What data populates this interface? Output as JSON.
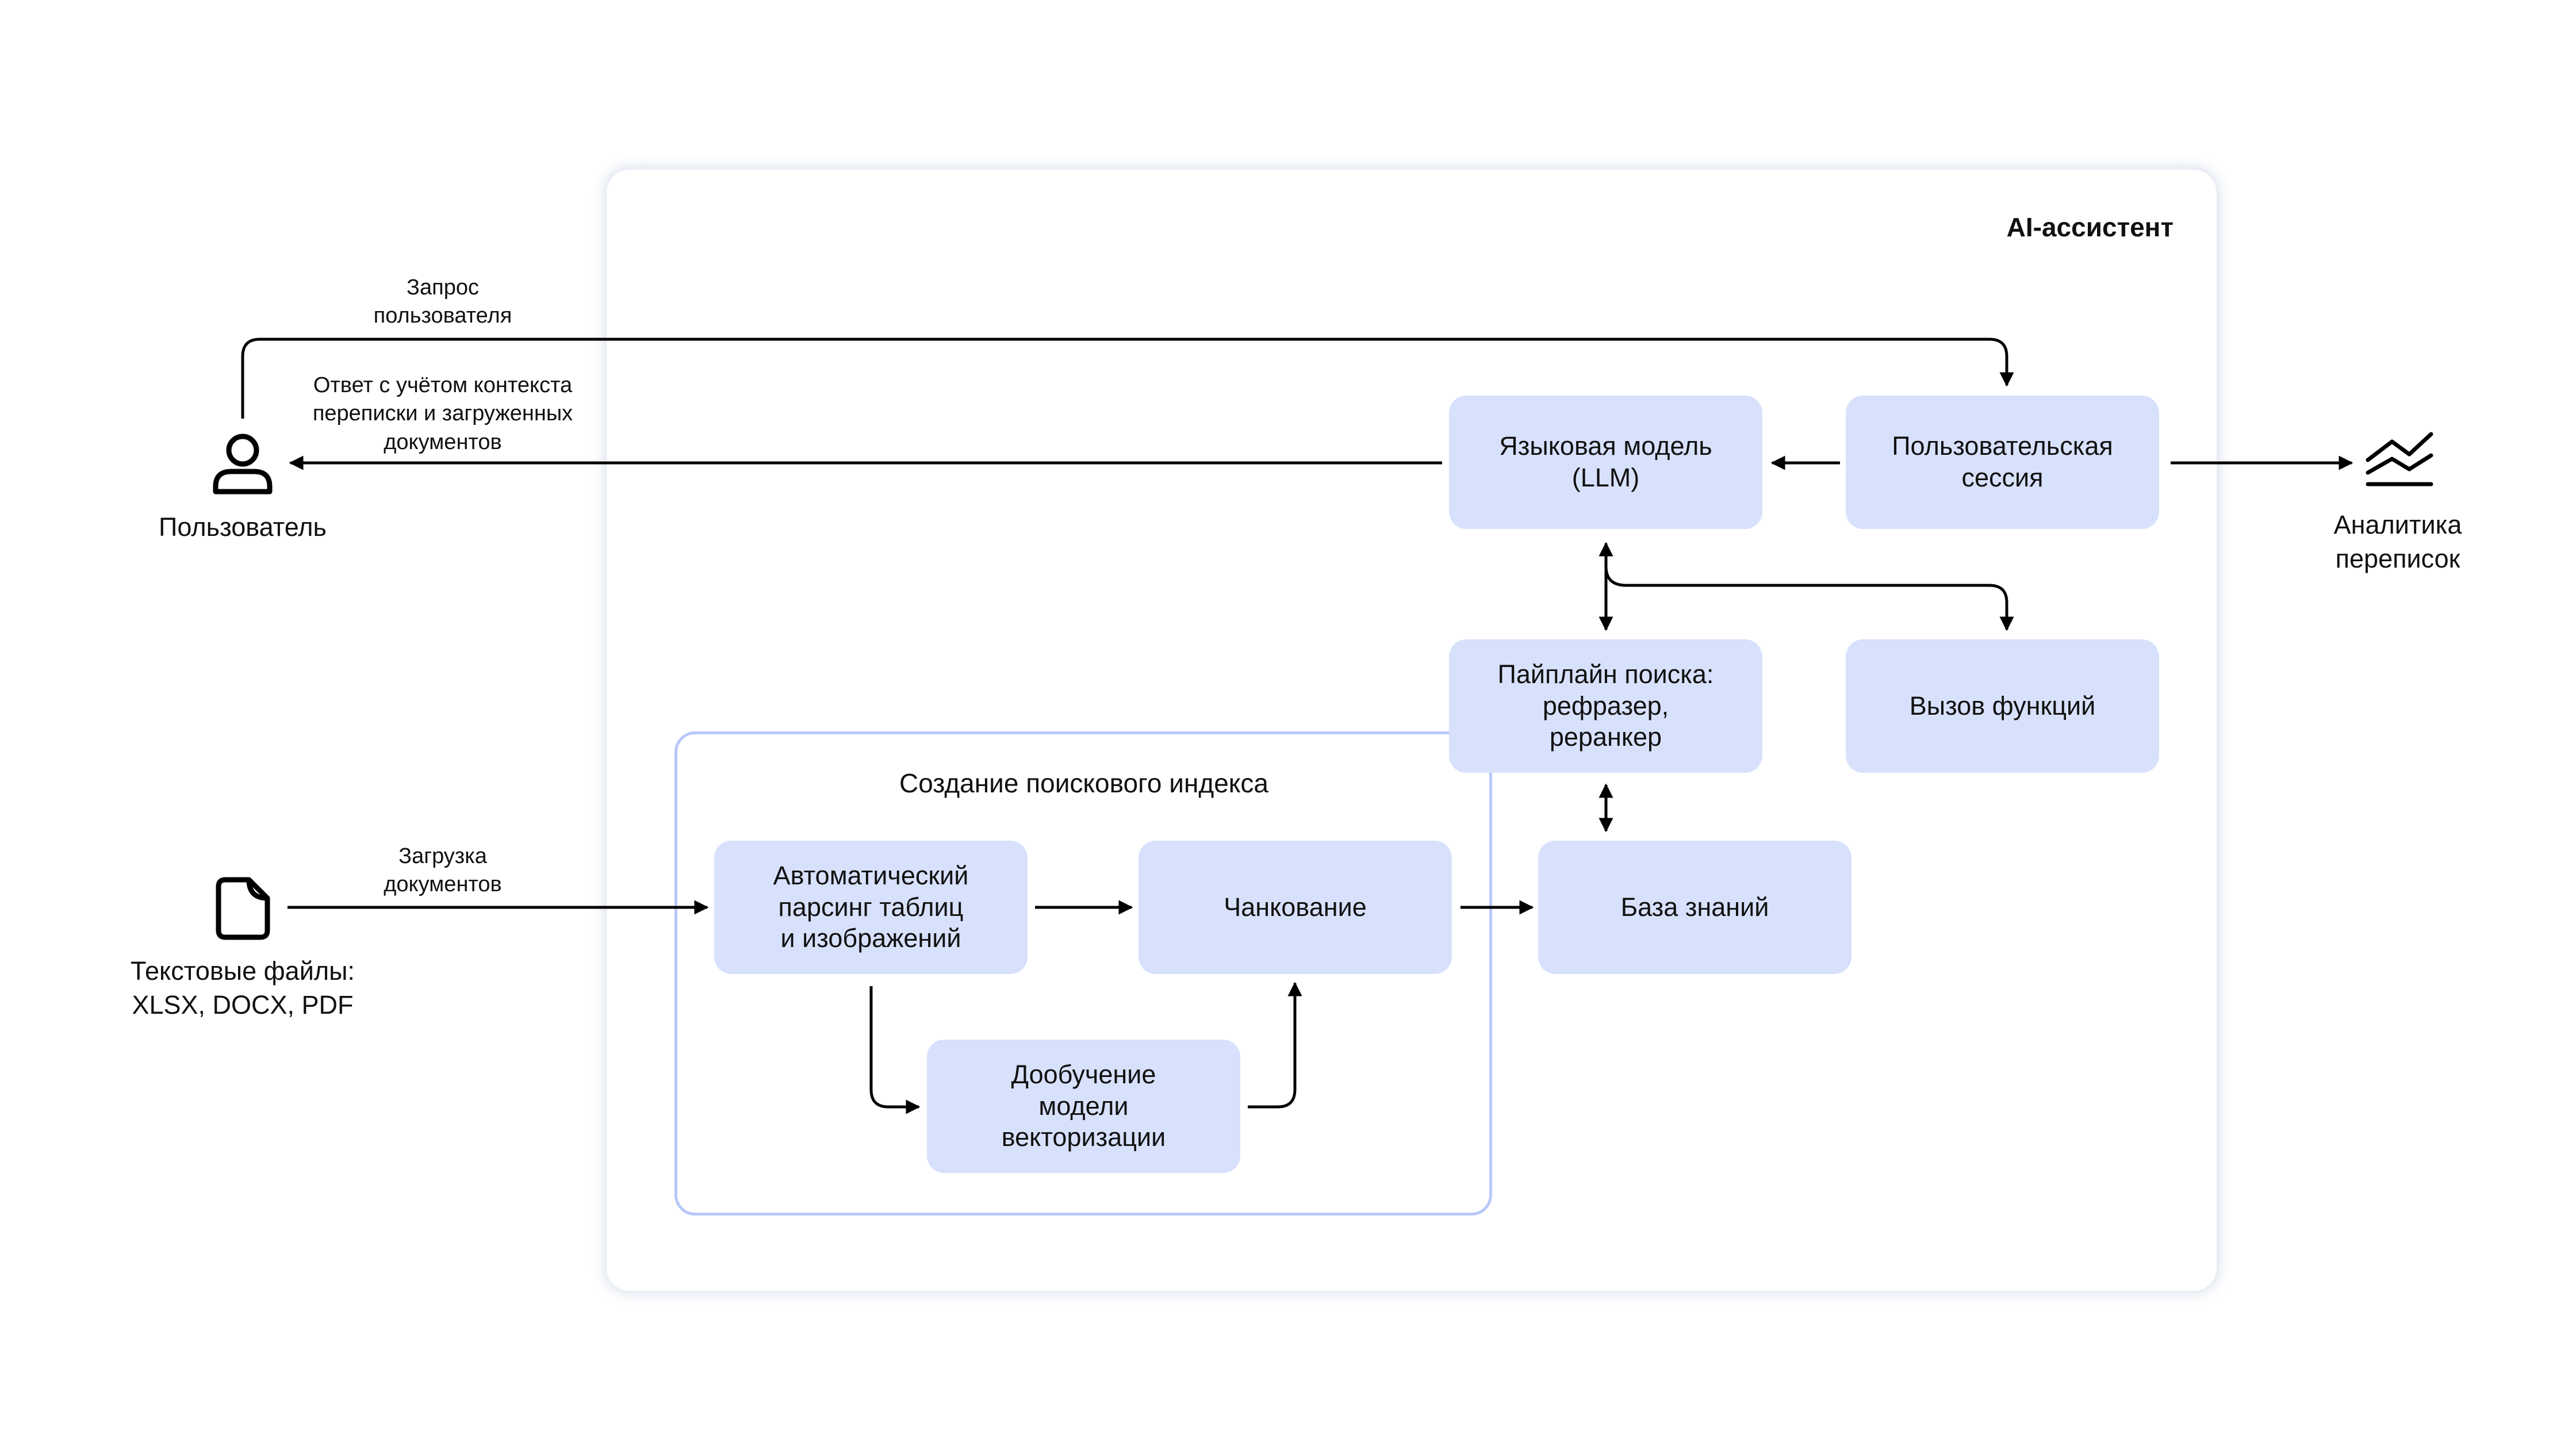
{
  "container": {
    "title": "AI-ассистент"
  },
  "index": {
    "title": "Создание поискового индекса"
  },
  "nodes": {
    "llm": "Языковая модель\n(LLM)",
    "session": "Пользовательская\nсессия",
    "search": "Пайплайн поиска:\nрефразер,\nреранкер",
    "functions": "Вызов функций",
    "parsing": "Автоматический\nпарсинг таблиц\nи изображений",
    "chunking": "Чанкование",
    "kb": "База знаний",
    "finetune": "Дообучение\nмодели\nвекторизации"
  },
  "actors": {
    "user": "Пользователь",
    "files": "Текстовые файлы:\nXLSX, DOCX, PDF",
    "analytics": "Аналитика\nпереписок"
  },
  "edge_labels": {
    "request": "Запрос\nпользователя",
    "response": "Ответ с учётом контекста\nпереписки и загруженных\nдокументов",
    "upload": "Загрузка\nдокументов"
  },
  "icons": {
    "user": "user-icon",
    "file": "document-icon",
    "analytics": "chart-lines-icon"
  },
  "colors": {
    "node_fill": "#d8e1fc",
    "index_border": "#b8c8f8",
    "line": "#000000"
  }
}
